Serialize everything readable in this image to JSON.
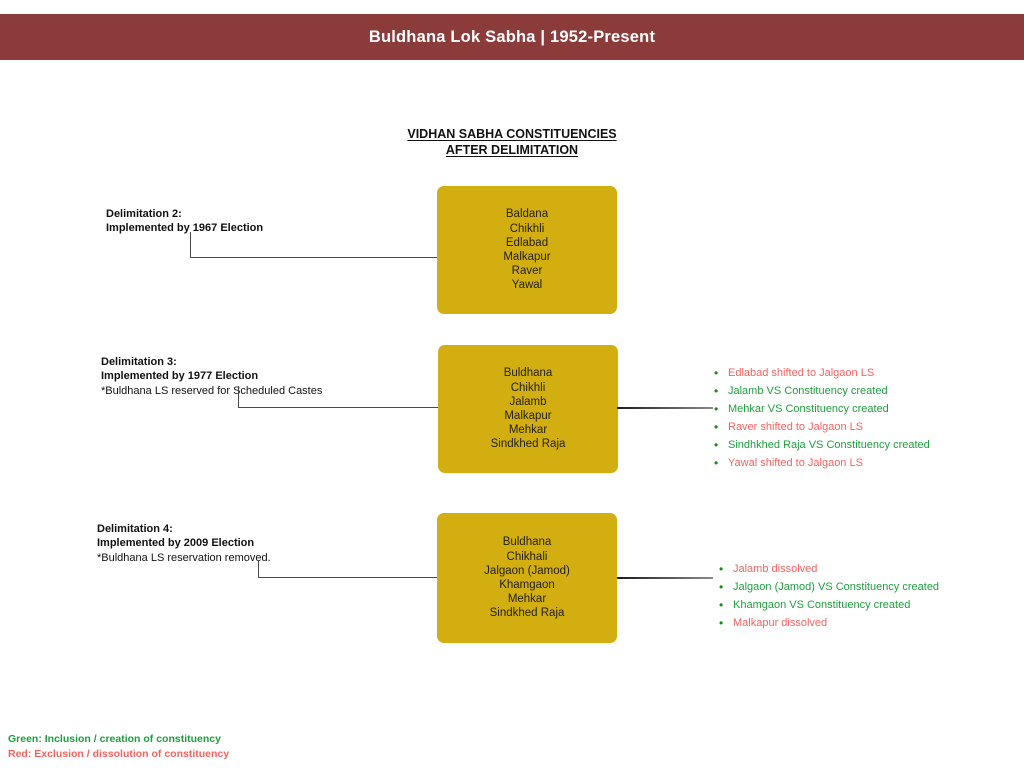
{
  "header": {
    "title": "Buldhana Lok Sabha | 1952-Present",
    "background_color": "#8C3B3B",
    "text_color": "#FFFFFF"
  },
  "chart_title": {
    "line1": "VIDHAN SABHA CONSTITUENCIES",
    "line2": "AFTER DELIMITATION"
  },
  "colors": {
    "box_fill": "#D2AE10",
    "inclusion_green": "#1E9E3E",
    "exclusion_red": "#F2635E",
    "connector_gray": "#4A4A4A"
  },
  "rows": [
    {
      "label": {
        "line1": "Delimitation 2:",
        "line2": "Implemented by 1967 Election",
        "note": ""
      },
      "constituencies": [
        "Baldana",
        "Chikhli",
        "Edlabad",
        "Malkapur",
        "Raver",
        "Yawal"
      ],
      "changes": []
    },
    {
      "label": {
        "line1": "Delimitation 3:",
        "line2": "Implemented by 1977 Election",
        "note": "*Buldhana LS reserved for Scheduled Castes"
      },
      "constituencies": [
        "Buldhana",
        "Chikhli",
        "Jalamb",
        "Malkapur",
        "Mehkar",
        "Sindkhed Raja"
      ],
      "changes": [
        {
          "text": "Edlabad shifted to Jalgaon LS",
          "type": "exclusion"
        },
        {
          "text": "Jalamb VS Constituency created",
          "type": "inclusion"
        },
        {
          "text": "Mehkar VS Constituency created",
          "type": "inclusion"
        },
        {
          "text": "Raver shifted to Jalgaon LS",
          "type": "exclusion"
        },
        {
          "text": "Sindhkhed Raja VS Constituency created",
          "type": "inclusion"
        },
        {
          "text": "Yawal shifted to Jalgaon LS",
          "type": "exclusion"
        }
      ]
    },
    {
      "label": {
        "line1": "Delimitation 4:",
        "line2": "Implemented by 2009 Election",
        "note": "*Buldhana LS reservation removed."
      },
      "constituencies": [
        "Buldhana",
        "Chikhali",
        "Jalgaon (Jamod)",
        "Khamgaon",
        "Mehkar",
        "Sindkhed Raja"
      ],
      "changes": [
        {
          "text": "Jalamb dissolved",
          "type": "exclusion"
        },
        {
          "text": "Jalgaon (Jamod) VS Constituency created",
          "type": "inclusion"
        },
        {
          "text": "Khamgaon VS Constituency created",
          "type": "inclusion"
        },
        {
          "text": "Malkapur dissolved",
          "type": "exclusion"
        }
      ]
    }
  ],
  "legend": {
    "green": "Green: Inclusion / creation of constituency",
    "red": "Red: Exclusion / dissolution of constituency"
  }
}
